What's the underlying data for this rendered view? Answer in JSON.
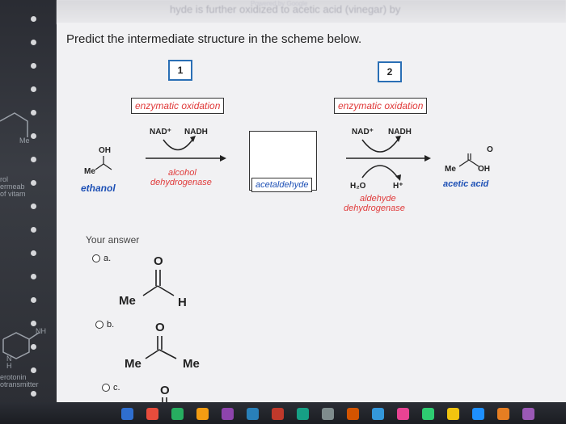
{
  "header": {
    "blurred_text": "hyde is further oxidized to acetic acid (vinegar) by",
    "powered_by": "Powered by Google"
  },
  "question": {
    "text": "Predict the intermediate structure in the scheme below."
  },
  "scheme": {
    "step1_number": "1",
    "step2_number": "2",
    "step1_label": "enzymatic oxidation",
    "step2_label": "enzymatic oxidation",
    "step1_cofactor_in": "NAD⁺",
    "step1_cofactor_out": "NADH",
    "step2_cofactor_in": "NAD⁺",
    "step2_cofactor_out": "NADH",
    "step1_enzyme_line1": "alcohol",
    "step1_enzyme_line2": "dehydrogenase",
    "step2_enzyme_line1": "aldehyde",
    "step2_enzyme_line2": "dehydrogenase",
    "step2_h2o": "H₂O",
    "step2_h": "H⁺",
    "ethanol": {
      "oh": "OH",
      "me": "Me",
      "name": "ethanol"
    },
    "intermediate_name": "acetaldehyde",
    "acetic_acid": {
      "o": "O",
      "me": "Me",
      "oh": "OH",
      "name": "acetic acid"
    }
  },
  "answer": {
    "heading": "Your answer",
    "options": [
      {
        "letter": "a.",
        "left": "Me",
        "right": "H",
        "top": "O"
      },
      {
        "letter": "b.",
        "left": "Me",
        "right": "Me",
        "top": "O"
      },
      {
        "letter": "c.",
        "top": "O"
      }
    ]
  },
  "background_window": {
    "texts": [
      "Me",
      "rol",
      "ermeab",
      "of vitam",
      "NH",
      "N",
      "H",
      "erotonin",
      "otransmitter"
    ]
  },
  "taskbar": {
    "icon_colors": [
      "#2f6fd0",
      "#e74c3c",
      "#27ae60",
      "#f39c12",
      "#8e44ad",
      "#2980b9",
      "#c0392b",
      "#16a085",
      "#7f8c8d",
      "#d35400",
      "#3498db",
      "#e84393",
      "#2ecc71",
      "#f1c40f",
      "#1e90ff",
      "#e67e22",
      "#9b59b6"
    ]
  }
}
